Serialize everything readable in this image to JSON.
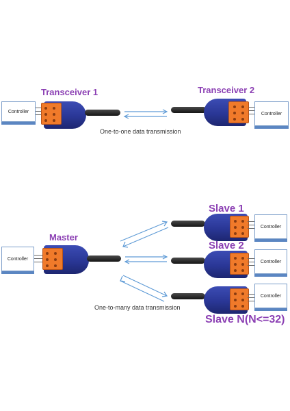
{
  "controller_label": "Controller",
  "top": {
    "left_label": "Transceiver 1",
    "right_label": "Transceiver 2",
    "caption": "One-to-one data transmission"
  },
  "bottom": {
    "master_label": "Master",
    "slave1_label": "Slave 1",
    "slave2_label": "Slave 2",
    "slaveN_label": "Slave N(N<=32)",
    "caption": "One-to-many data transmission"
  },
  "colors": {
    "label_purple": "#8b3fb3",
    "module_blue": "#2a3796",
    "terminal_orange": "#f07a2a",
    "arrow_blue": "#5f9bd6",
    "controller_shadow": "#5b86c2"
  },
  "icons": [
    "rs485-transceiver-icon",
    "antenna-icon",
    "terminal-block-icon",
    "double-arrow-icon"
  ]
}
